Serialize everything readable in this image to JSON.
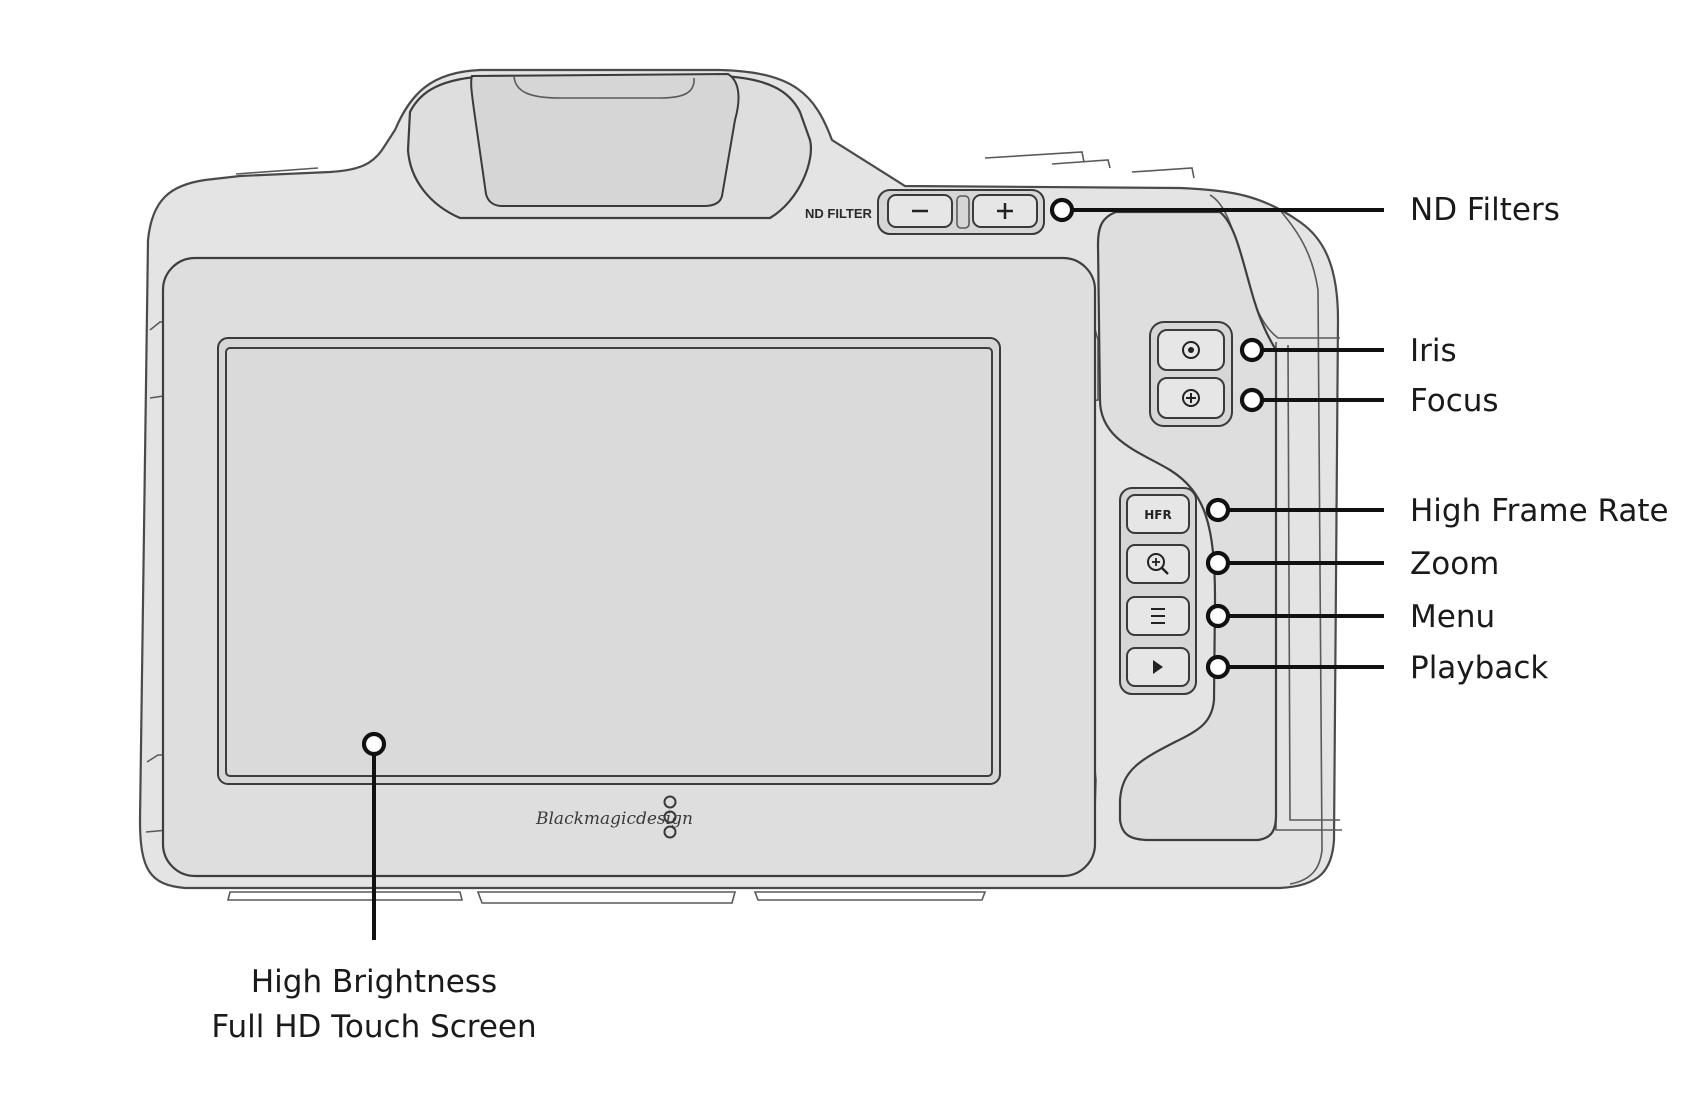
{
  "camera": {
    "nd_filter_label": "ND FILTER",
    "hfr_button_label": "HFR",
    "brand_text": "Blackmagicdesign"
  },
  "callouts": [
    {
      "id": "nd-filters",
      "label": "ND Filters"
    },
    {
      "id": "iris",
      "label": "Iris"
    },
    {
      "id": "focus",
      "label": "Focus"
    },
    {
      "id": "high-frame-rate",
      "label": "High Frame Rate"
    },
    {
      "id": "zoom",
      "label": "Zoom"
    },
    {
      "id": "menu",
      "label": "Menu"
    },
    {
      "id": "playback",
      "label": "Playback"
    }
  ],
  "screen_callout": {
    "line1": "High Brightness",
    "line2": "Full HD Touch Screen"
  },
  "icons": {
    "nd_minus": "minus-icon",
    "nd_plus": "plus-icon",
    "iris": "aperture-icon",
    "focus": "focus-target-icon",
    "zoom": "magnifier-plus-icon",
    "menu": "hamburger-menu-icon",
    "playback": "play-triangle-icon"
  },
  "colors": {
    "camera_body": "#e4e4e4",
    "outline": "#3e3e3e",
    "callout_line": "#111111"
  }
}
